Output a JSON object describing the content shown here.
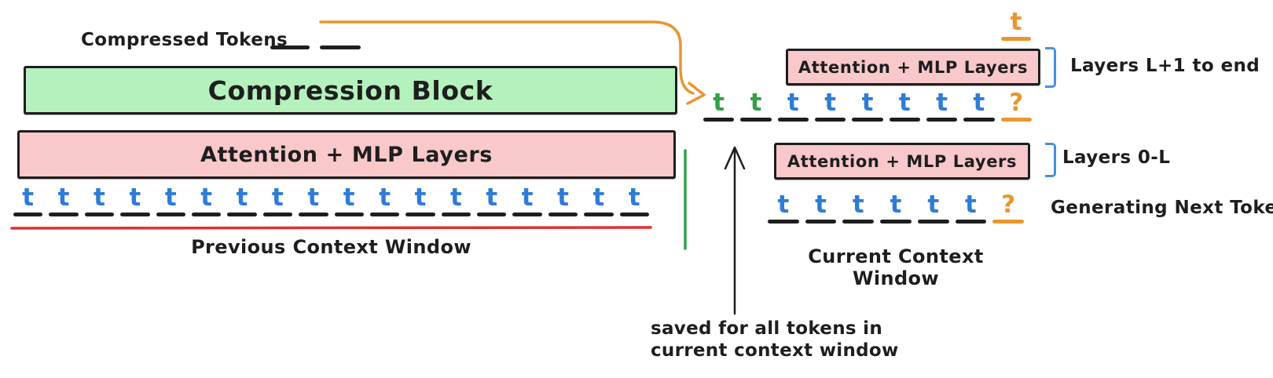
{
  "colors": {
    "black": "#1e1e1e",
    "blue": "#2e7cd6",
    "green": "#33a04a",
    "orange": "#e8962f",
    "red": "#e03131",
    "bracket_blue": "#4a8fdc",
    "green_fill": "#b5f1bc",
    "pink_fill": "#f8c8ca"
  },
  "left": {
    "compressed_tokens_label": "Compressed Tokens",
    "compression_block_label": "Compression Block",
    "attention_block_label": "Attention + MLP Layers",
    "caption": "Previous Context Window",
    "tokens": [
      {
        "char": "t",
        "color": "blue",
        "underline": "black"
      },
      {
        "char": "t",
        "color": "blue",
        "underline": "black"
      },
      {
        "char": "t",
        "color": "blue",
        "underline": "black"
      },
      {
        "char": "t",
        "color": "blue",
        "underline": "black"
      },
      {
        "char": "t",
        "color": "blue",
        "underline": "black"
      },
      {
        "char": "t",
        "color": "blue",
        "underline": "black"
      },
      {
        "char": "t",
        "color": "blue",
        "underline": "black"
      },
      {
        "char": "t",
        "color": "blue",
        "underline": "black"
      },
      {
        "char": "t",
        "color": "blue",
        "underline": "black"
      },
      {
        "char": "t",
        "color": "blue",
        "underline": "black"
      },
      {
        "char": "t",
        "color": "blue",
        "underline": "black"
      },
      {
        "char": "t",
        "color": "blue",
        "underline": "black"
      },
      {
        "char": "t",
        "color": "blue",
        "underline": "black"
      },
      {
        "char": "t",
        "color": "blue",
        "underline": "black"
      },
      {
        "char": "t",
        "color": "blue",
        "underline": "black"
      },
      {
        "char": "t",
        "color": "blue",
        "underline": "black"
      },
      {
        "char": "t",
        "color": "blue",
        "underline": "black"
      },
      {
        "char": "t",
        "color": "blue",
        "underline": "black"
      }
    ]
  },
  "right": {
    "saved_tokens": [
      {
        "char": "t",
        "color": "orange",
        "underline": "orange"
      }
    ],
    "upper_block_label": "Attention + MLP Layers",
    "upper_bracket_label": "Layers L+1 to end",
    "middle_tokens": [
      {
        "char": "t",
        "color": "green",
        "underline": "black"
      },
      {
        "char": "t",
        "color": "green",
        "underline": "black"
      },
      {
        "char": "t",
        "color": "blue",
        "underline": "black"
      },
      {
        "char": "t",
        "color": "blue",
        "underline": "black"
      },
      {
        "char": "t",
        "color": "blue",
        "underline": "black"
      },
      {
        "char": "t",
        "color": "blue",
        "underline": "black"
      },
      {
        "char": "t",
        "color": "blue",
        "underline": "black"
      },
      {
        "char": "t",
        "color": "blue",
        "underline": "black"
      },
      {
        "char": "?",
        "color": "orange",
        "underline": "orange"
      }
    ],
    "lower_block_label": "Attention + MLP Layers",
    "lower_bracket_label": "Layers 0-L",
    "lower_tokens": [
      {
        "char": "t",
        "color": "blue",
        "underline": "black"
      },
      {
        "char": "t",
        "color": "blue",
        "underline": "black"
      },
      {
        "char": "t",
        "color": "blue",
        "underline": "black"
      },
      {
        "char": "t",
        "color": "blue",
        "underline": "black"
      },
      {
        "char": "t",
        "color": "blue",
        "underline": "black"
      },
      {
        "char": "t",
        "color": "blue",
        "underline": "black"
      },
      {
        "char": "?",
        "color": "orange",
        "underline": "orange"
      }
    ],
    "generating_label": "Generating Next Token",
    "caption": "Current Context Window"
  },
  "annotation": {
    "line1": "saved for all tokens in",
    "line2": "current context window"
  }
}
